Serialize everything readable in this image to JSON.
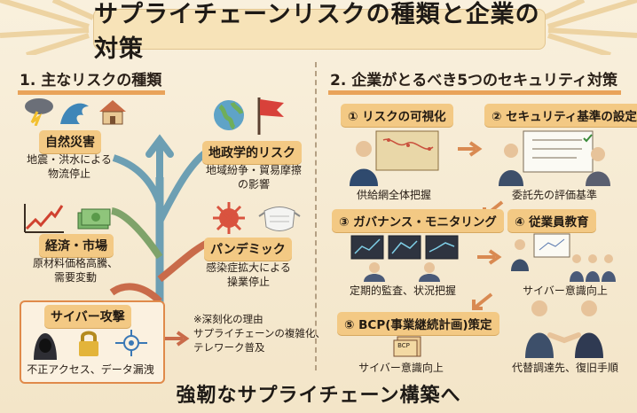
{
  "title": "サプライチェーンリスクの種類と企業の対策",
  "left": {
    "heading": "1. 主なリスクの種類",
    "risks": [
      {
        "label": "自然災害",
        "desc": [
          "地震・洪水による",
          "物流停止"
        ],
        "icons": [
          "storm-cloud-icon",
          "tsunami-wave-icon",
          "damaged-house-icon"
        ]
      },
      {
        "label": "地政学的リスク",
        "desc": [
          "地域紛争・貿易摩擦",
          "の影響"
        ],
        "icons": [
          "globe-icon",
          "red-flag-icon"
        ]
      },
      {
        "label": "経済・市場",
        "desc": [
          "原材料価格高騰、",
          "需要変動"
        ],
        "icons": [
          "rising-chart-icon",
          "banknote-icon"
        ]
      },
      {
        "label": "パンデミック",
        "desc": [
          "感染症拡大による",
          "操業停止"
        ],
        "icons": [
          "virus-icon",
          "face-mask-icon"
        ]
      },
      {
        "label": "サイバー攻撃",
        "desc": [
          "不正アクセス、データ漏洩"
        ],
        "icons": [
          "hacker-icon",
          "padlock-icon",
          "network-icon"
        ]
      }
    ],
    "note": [
      "※深刻化の理由",
      "サプライチェーンの複雑化、",
      "テレワーク普及"
    ]
  },
  "right": {
    "heading": "2. 企業がとるべき5つのセキュリティ対策",
    "steps": [
      {
        "label": "① リスクの可視化",
        "desc": "供給網全体把握"
      },
      {
        "label": "② セキュリティ基準の設定",
        "desc": "委託先の評価基準"
      },
      {
        "label": "③ ガバナンス・モニタリング",
        "desc": "定期的監査、状況把握"
      },
      {
        "label": "④ 従業員教育",
        "desc": "サイバー意識向上"
      },
      {
        "label": "⑤ BCP(事業継続計画)策定",
        "desc": "サイバー意識向上"
      }
    ],
    "bcp_label": "BCP",
    "last_desc": "代替調達先、復旧手順"
  },
  "footer": "強靭なサプライチェーン構築へ",
  "colors": {
    "accent": "#f3c984",
    "underline": "#e9a35a",
    "border": "#e08a4a",
    "background": "#f7ecd6"
  }
}
